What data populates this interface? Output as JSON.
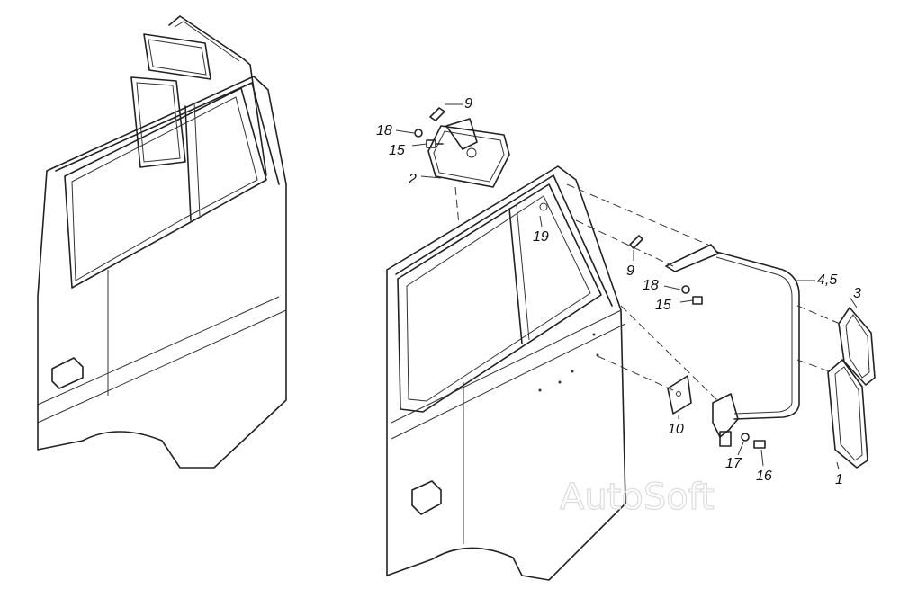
{
  "callouts": {
    "c1": "1",
    "c2": "2",
    "c3": "3",
    "c45": "4,5",
    "c9a": "9",
    "c9b": "9",
    "c10": "10",
    "c15a": "15",
    "c15b": "15",
    "c16": "16",
    "c17": "17",
    "c18a": "18",
    "c18b": "18",
    "c19": "19"
  },
  "watermark": "AutoSoft",
  "colors": {
    "line": "#222222",
    "background": "#ffffff",
    "watermark": "#dcdcdc"
  }
}
